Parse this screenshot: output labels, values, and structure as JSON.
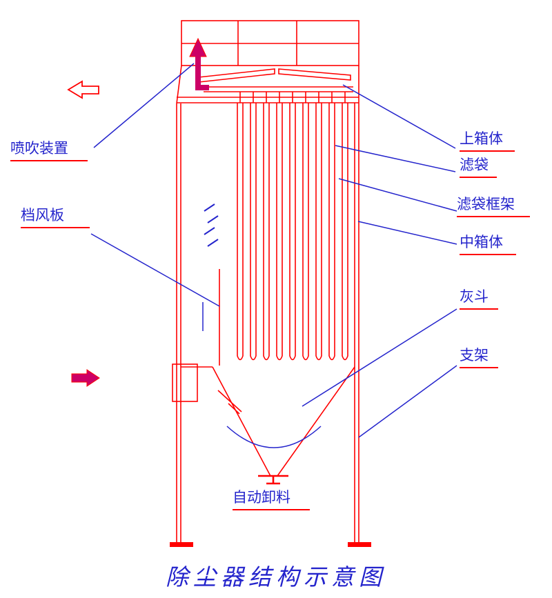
{
  "colors": {
    "structure": "#ff0000",
    "arrow": "#cc0066",
    "leader": "#2424cc",
    "text": "#2424cc",
    "underline": "#ff0000",
    "background": "#ffffff"
  },
  "labels": {
    "blow_device": "喷吹装置",
    "baffle": "档风板",
    "upper_box": "上箱体",
    "filter_bag": "滤袋",
    "bag_cage": "滤袋框架",
    "middle_box": "中箱体",
    "ash_hopper": "灰斗",
    "support": "支架",
    "auto_discharge": "自动卸料"
  },
  "title": "除尘器结构示意图",
  "arrows": {
    "pulse_jet_arrow": "up-arrow",
    "clean_air_outlet_arrow": "left-hollow-arrow",
    "dust_air_inlet_arrow": "right-arrow"
  }
}
